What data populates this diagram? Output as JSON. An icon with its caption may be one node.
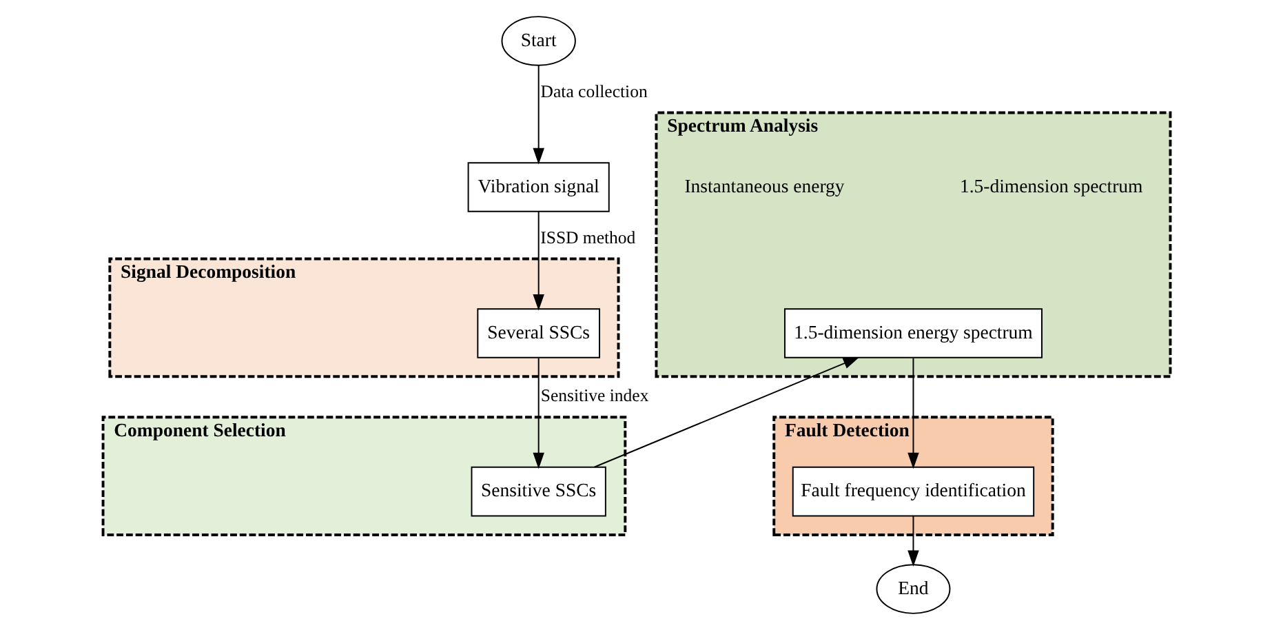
{
  "diagram": {
    "nodes": [
      {
        "text": [
          "Start"
        ]
      },
      {
        "text": [
          "Vibration signal"
        ]
      },
      {
        "text": [
          "Signal Decomposition"
        ]
      },
      {
        "text": [
          "Several SSCs"
        ],
        "in": 2
      },
      {
        "text": [
          "Component Selection"
        ]
      },
      {
        "text": [
          "Sensitive SSCs"
        ],
        "in": 4
      },
      {
        "text": [
          "Spectrum Analysis"
        ]
      },
      {
        "text": [
          "1.5-dimension energy spectrum"
        ],
        "in": 6
      },
      {
        "text": [
          "Fault Detection"
        ]
      },
      {
        "text": [
          "Fault frequency identification"
        ],
        "in": 8
      },
      {
        "text": [
          "End"
        ]
      }
    ],
    "edges": [
      {
        "from": 0,
        "to": 1,
        "arrow": "to",
        "label": "Data collection"
      },
      {
        "from": 1,
        "to": 3,
        "arrow": "to",
        "label": "ISSD method"
      },
      {
        "from": 3,
        "to": 5,
        "arrow": "to",
        "label": "Sensitive index"
      },
      {
        "from": 5,
        "to": 7,
        "arrow": "to"
      },
      {
        "from": 7,
        "to": 9,
        "arrow": "to"
      },
      {
        "from": 9,
        "to": 10,
        "arrow": "to"
      }
    ],
    "labels": [
      "Instantaneous energy",
      "1.5-dimension spectrum"
    ]
  }
}
